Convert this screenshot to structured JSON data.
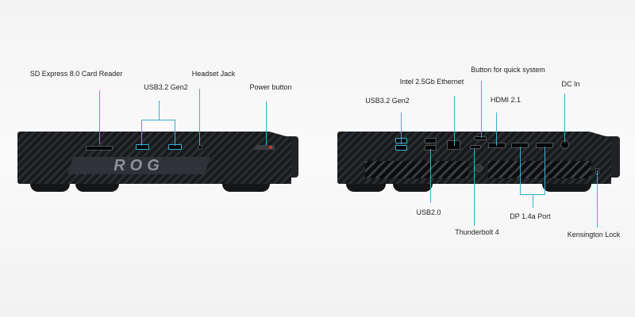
{
  "front": {
    "labels": {
      "sd": "SD Express 8.0 Card Reader",
      "usb": "USB3.2 Gen2",
      "headset": "Headset Jack",
      "power": "Power button"
    },
    "logo": "ROG"
  },
  "back": {
    "labels": {
      "usb32": "USB3.2 Gen2",
      "ethernet": "Intel 2.5Gb Ethernet",
      "quick": "Button for quick system",
      "hdmi": "HDMI 2.1",
      "dcin": "DC In",
      "usb20": "USB2.0",
      "thunderbolt": "Thunderbolt 4",
      "dp": "DP 1.4a Port",
      "kensington": "Kensington Lock"
    }
  },
  "colors": {
    "callout": "#3ab0d0",
    "device": "#1d1f22",
    "power_led": "#e03030"
  }
}
